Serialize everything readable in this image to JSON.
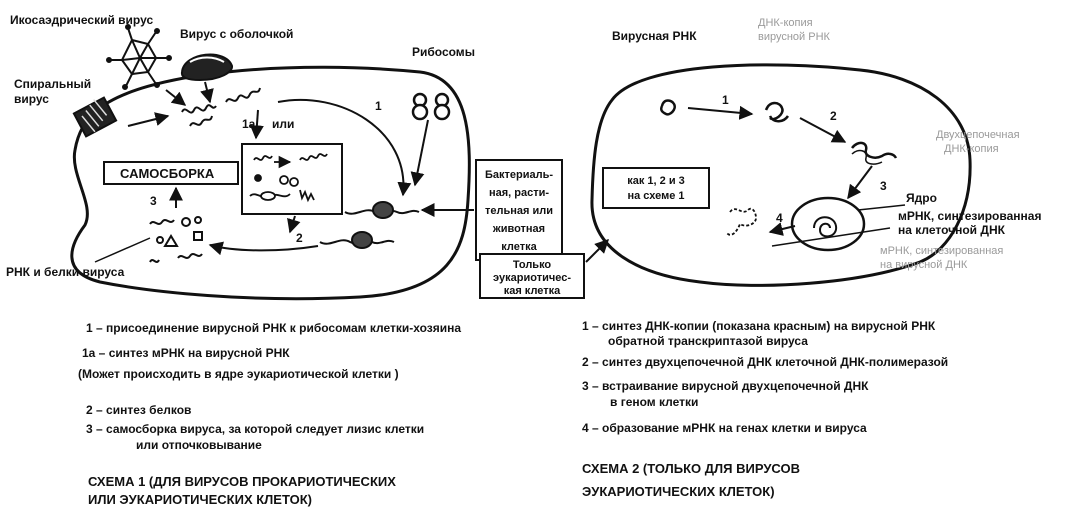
{
  "scheme1": {
    "labels": {
      "icosahedral": "Икосаэдрический вирус",
      "enveloped": "Вирус с оболочкой",
      "spiral_line1": "Спиральный",
      "spiral_line2": "вирус",
      "ribosomes": "Рибосомы",
      "step1": "1",
      "step1a": "1а",
      "or": "или",
      "step2": "2",
      "step3": "3",
      "self_assembly": "САМОСБОРКА",
      "rna_proteins": "РНК и белки вируса"
    },
    "cell_type_box": [
      "Бактериаль-",
      "ная, расти-",
      "тельная или",
      "животная",
      "клетка"
    ],
    "eukaryotic_box": [
      "Только",
      "эукариотичес-",
      "кая    клетка"
    ],
    "legend": {
      "l1": "1 – присоединение вирусной РНК к рибосомам клетки-хозяина",
      "l1a": "1а  – синтез мРНК на вирусной РНК",
      "l1a_note": "(Может происходить в ядре эукариотической клетки )",
      "l2": "2 – синтез белков",
      "l3_line1": "3 – самосборка вируса, за которой следует лизис клетки",
      "l3_line2": "или отпочковывание"
    },
    "title_line1": "СХЕМА 1  (ДЛЯ ВИРУСОВ ПРОКАРИОТИЧЕСКИХ",
    "title_line2": "ИЛИ ЭУКАРИОТИЧЕСКИХ КЛЕТОК)"
  },
  "scheme2": {
    "labels": {
      "viral_rna": "Вирусная РНК",
      "dna_copy_line1": "ДНК-копия",
      "dna_copy_line2": "вирусной РНК",
      "ds_dna_line1": "Двухцепочечная",
      "ds_dna_line2": "ДНК-копия",
      "step1": "1",
      "step2": "2",
      "step3": "3",
      "step4": "4",
      "nucleus": "Ядро",
      "mrna_cell_line1": "мРНК, синтезированная",
      "mrna_cell_line2": "на клеточной ДНК",
      "mrna_virus_line1": "мРНК, синтезированная",
      "mrna_virus_line2": "на вирусной ДНК"
    },
    "same_box": [
      "как 1, 2 и 3",
      "на схеме 1"
    ],
    "legend": {
      "l1_line1": "1 – синтез ДНК-копии  (показана красным)  на вирусной РНК",
      "l1_line2": "обратной транскриптазой вируса",
      "l2": "2 – синтез двухцепочечной ДНК клеточной ДНК-полимеразой",
      "l3_line1": "3 – встраивание вирусной двухцепочечной ДНК",
      "l3_line2": "в геном клетки",
      "l4": "4 – образование мРНК на генах клетки и вируса"
    },
    "title_line1": "СХЕМА 2  (ТОЛЬКО ДЛЯ ВИРУСОВ",
    "title_line2": "ЭУКАРИОТИЧЕСКИХ КЛЕТОК)"
  },
  "colors": {
    "ink": "#111111",
    "faint": "#9a9a9a",
    "background": "#ffffff"
  }
}
